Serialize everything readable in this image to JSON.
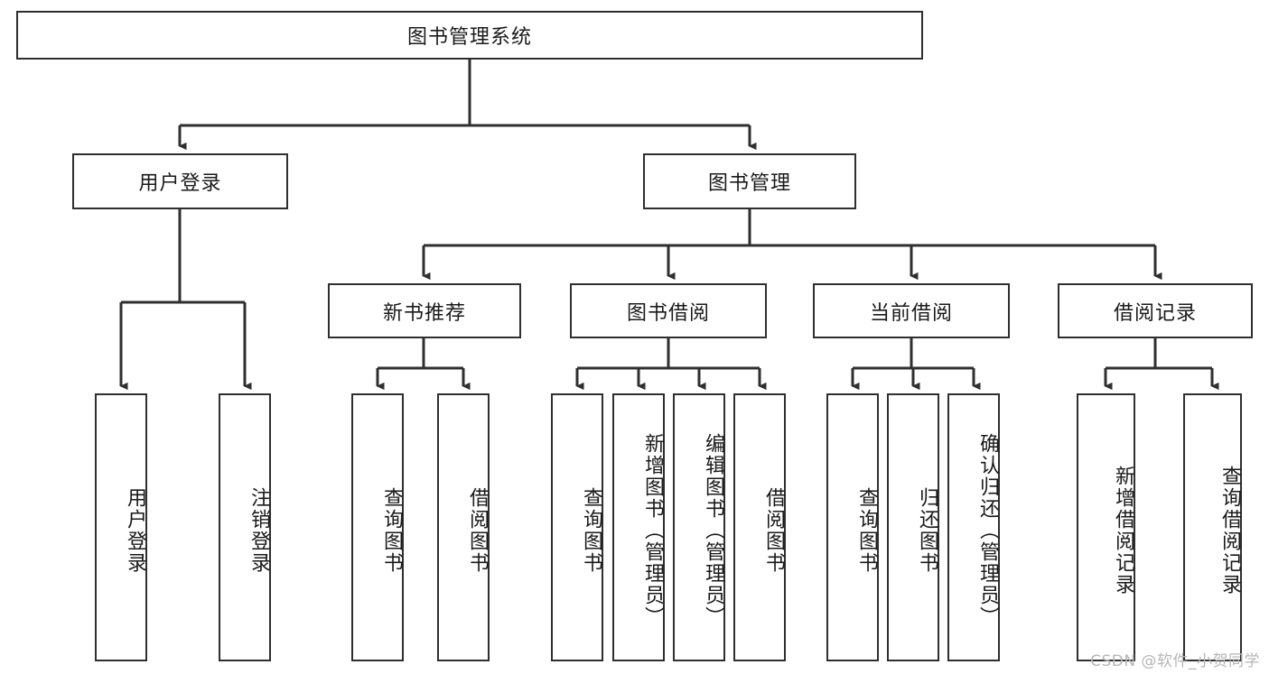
{
  "diagram": {
    "title": "图书管理系统",
    "type": "hierarchy-tree",
    "watermark": "CSDN @软件_小贺同学",
    "colors": {
      "stroke": "#2f2f2f",
      "fill": "#ffffff",
      "text": "#1a1a1a",
      "watermark": "#b6b6b6"
    },
    "root": {
      "label": "图书管理系统"
    },
    "level2": [
      {
        "label": "用户登录"
      },
      {
        "label": "图书管理"
      }
    ],
    "level3": [
      {
        "label": "新书推荐"
      },
      {
        "label": "图书借阅"
      },
      {
        "label": "当前借阅"
      },
      {
        "label": "借阅记录"
      }
    ],
    "leaves": {
      "user_login": [
        {
          "label": "用户登录"
        },
        {
          "label": "注销登录"
        }
      ],
      "new_book_recommend": [
        {
          "label": "查询图书"
        },
        {
          "label": "借阅图书"
        }
      ],
      "book_borrow": [
        {
          "label": "查询图书"
        },
        {
          "label": "新增图书（管理员）"
        },
        {
          "label": "编辑图书（管理员）"
        },
        {
          "label": "借阅图书"
        }
      ],
      "current_borrow": [
        {
          "label": "查询图书"
        },
        {
          "label": "归还图书"
        },
        {
          "label": "确认归还（管理员）"
        }
      ],
      "borrow_record": [
        {
          "label": "新增借阅记录"
        },
        {
          "label": "查询借阅记录"
        }
      ]
    }
  }
}
